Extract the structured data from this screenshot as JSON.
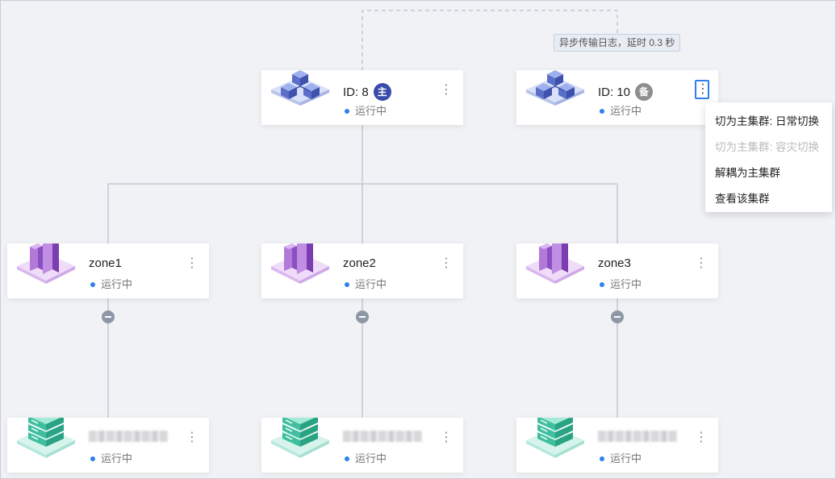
{
  "replication_tip": "异步传输日志，延时 0.3 秒",
  "clusters": [
    {
      "id_label": "ID: 8",
      "badge": "主",
      "status": "运行中"
    },
    {
      "id_label": "ID: 10",
      "badge": "备",
      "status": "运行中"
    }
  ],
  "zones": [
    {
      "name": "zone1",
      "status": "运行中"
    },
    {
      "name": "zone2",
      "status": "运行中"
    },
    {
      "name": "zone3",
      "status": "运行中"
    }
  ],
  "servers": [
    {
      "status": "运行中"
    },
    {
      "status": "运行中"
    },
    {
      "status": "运行中"
    }
  ],
  "more_glyph": "⋮",
  "context_menu": {
    "items": [
      {
        "label": "切为主集群: 日常切换",
        "disabled": false
      },
      {
        "label": "切为主集群: 容灾切换",
        "disabled": true
      },
      {
        "label": "解耦为主集群",
        "disabled": false
      },
      {
        "label": "查看该集群",
        "disabled": false
      }
    ]
  },
  "colors": {
    "primary_badge": "#3a4ba8",
    "standby_badge": "#8e8e8e",
    "status_dot": "#2f80ed",
    "cluster_icon": "#5a6fc8",
    "zone_icon": "#8a4fc0",
    "server_icon": "#3fbf9f"
  }
}
